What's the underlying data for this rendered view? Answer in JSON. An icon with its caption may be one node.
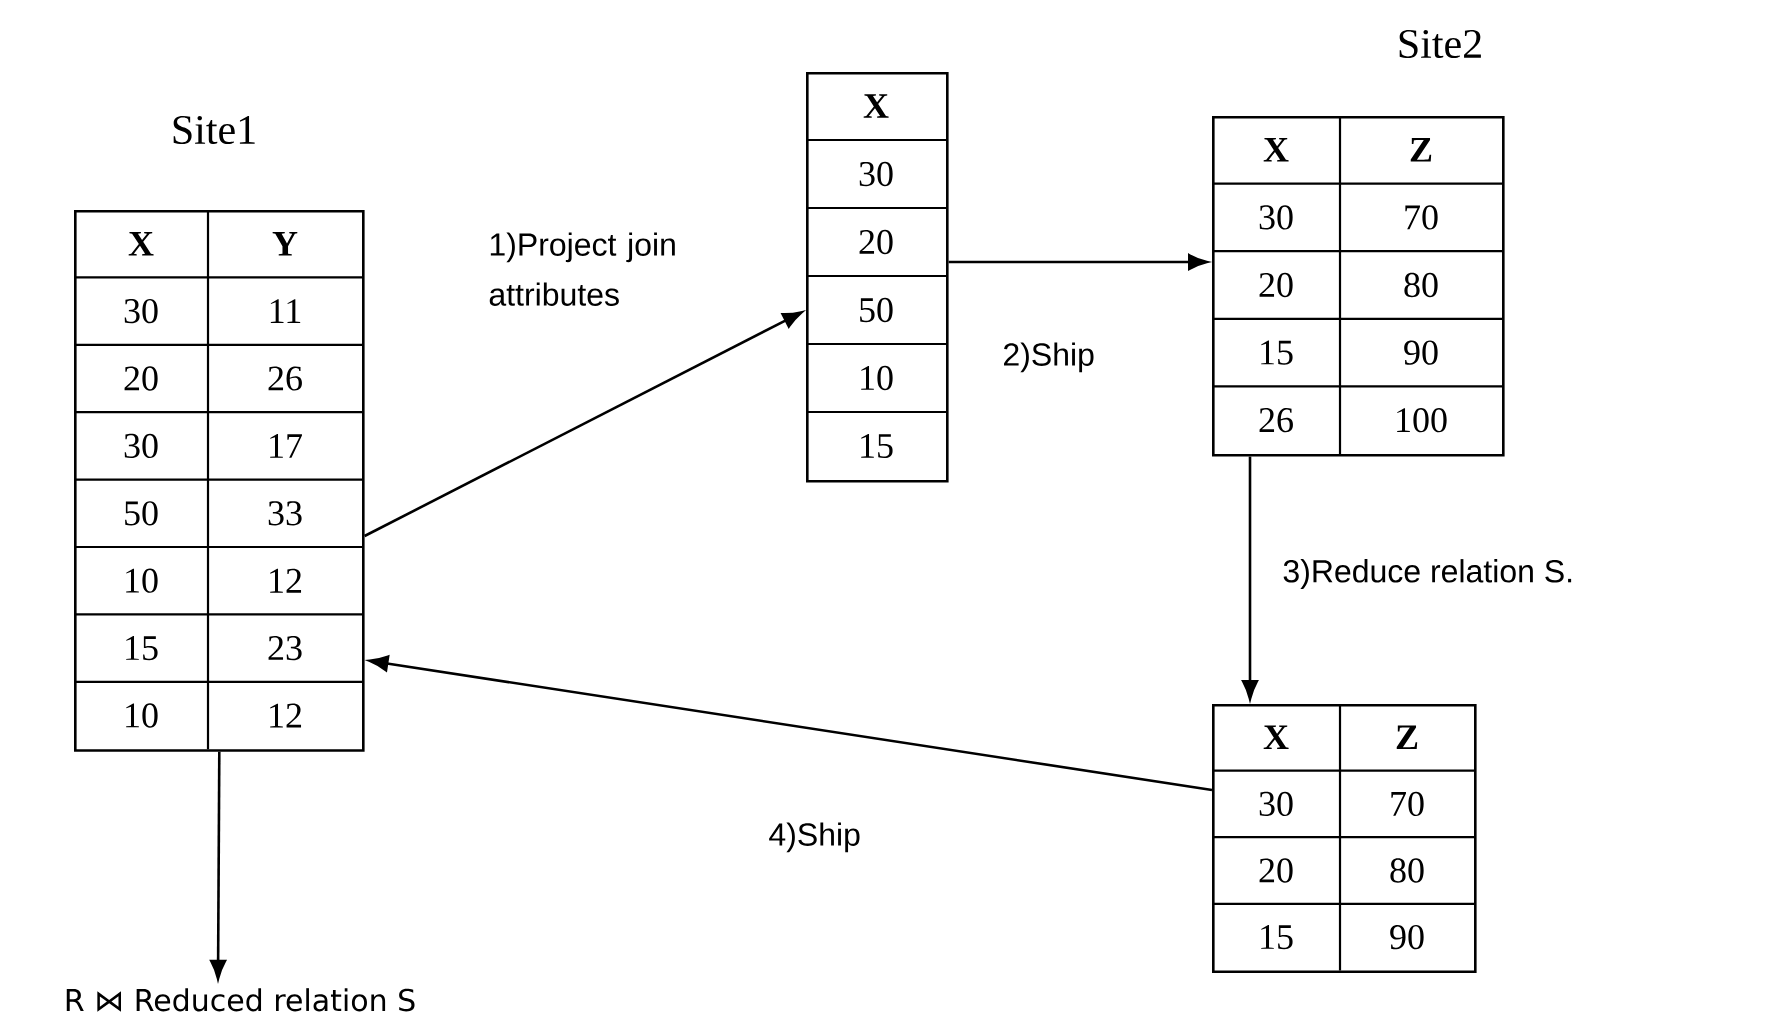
{
  "diagram": {
    "nodes": [
      {
        "text": [
          "X",
          "Y",
          "30",
          "11",
          "20",
          "26",
          "30",
          "17",
          "50",
          "33",
          "10",
          "12",
          "15",
          "23",
          "10",
          "12"
        ],
        "beside": [
          "Site1"
        ]
      },
      {
        "text": [
          "X",
          "30",
          "20",
          "50",
          "10",
          "15"
        ]
      },
      {
        "text": [
          "X",
          "Z",
          "30",
          "70",
          "20",
          "80",
          "15",
          "90",
          "26",
          "100"
        ],
        "beside": [
          "Site2"
        ]
      },
      {
        "text": [
          "X",
          "Z",
          "30",
          "70",
          "20",
          "80",
          "15",
          "90"
        ]
      },
      {
        "text": [
          "R ⋈ Reduced relation S"
        ]
      }
    ],
    "edges": [
      {
        "from": 0,
        "to": 1,
        "arrow": "to",
        "label": "1)Project join attributes"
      },
      {
        "from": 1,
        "to": 2,
        "arrow": "to",
        "label": "2)Ship"
      },
      {
        "from": 2,
        "to": 3,
        "arrow": "to",
        "label": "3)Reduce relation S."
      },
      {
        "from": 3,
        "to": 0,
        "arrow": "to",
        "label": "4)Ship"
      },
      {
        "from": 0,
        "to": 4,
        "arrow": "to"
      }
    ]
  }
}
